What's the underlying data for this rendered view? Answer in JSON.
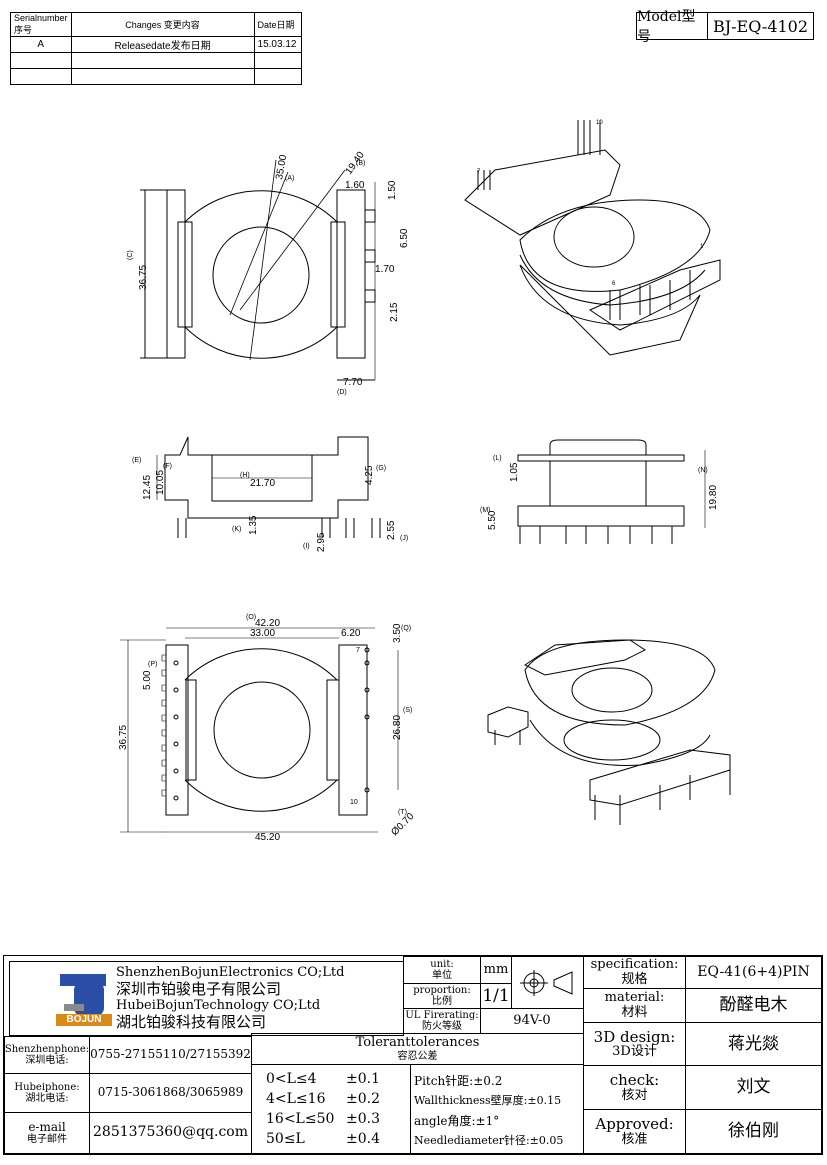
{
  "revision_table": {
    "headers": [
      "Serialnumber序号",
      "Changes 变更内容",
      "Date日期"
    ],
    "rows": [
      [
        "A",
        "Releasedate发布日期",
        "15.03.12"
      ],
      [
        "",
        "",
        ""
      ],
      [
        "",
        "",
        ""
      ]
    ]
  },
  "model": {
    "label": "Model型号",
    "value": "BJ-EQ-4102"
  },
  "drawing": {
    "top_view": {
      "d35": "35.00",
      "a": "(A)",
      "d19": "19.40",
      "b": "(B)",
      "d160": "1.60",
      "d150": "1.50",
      "c": "(C)",
      "d3675": "36.75",
      "d650": "6.50",
      "d170": "1.70",
      "d215": "2.15",
      "d770": "7.70",
      "dd": "(D)"
    },
    "side_view": {
      "e": "(E)",
      "f": "(F)",
      "d1245": "12.45",
      "d1005": "10.05",
      "h": "(H)",
      "d2170": "21.70",
      "d425": "4.25",
      "g": "(G)",
      "k": "(K)",
      "d135": "1.35",
      "i": "(I)",
      "d295": "2.95",
      "d255": "2.55",
      "j": "(J)"
    },
    "front_view": {
      "l": "(L)",
      "d105": "1.05",
      "n": "(N)",
      "d1980": "19.80",
      "m": "(M)",
      "d550": "5.50"
    },
    "bottom_view": {
      "o": "(O)",
      "d4220": "42.20",
      "d3300": "33.00",
      "d620": "6.20",
      "d350": "3.50",
      "q": "(Q)",
      "p": "(P)",
      "d500": "5.00",
      "d3675": "36.75",
      "s": "(S)",
      "d2680": "26.80",
      "pin7": "7",
      "pin10": "10",
      "t": "(T)",
      "d070": "Ø0.70",
      "d4520": "45.20"
    },
    "iso": {
      "p10": "10",
      "p7": "7",
      "p1": "1",
      "p6": "6"
    }
  },
  "title_block": {
    "logo": "BOJUN",
    "company": [
      "ShenzhenBojunElectronics CO;Ltd",
      "深圳市铂骏电子有限公司",
      "HubeiBojunTechnology CO;Ltd",
      "湖北铂骏科技有限公司"
    ],
    "unit_label": "unit:",
    "unit_label_cn": "单位",
    "unit_value": "mm",
    "proportion_label": "proportion:",
    "proportion_label_cn": "比例",
    "proportion_value": "1/1",
    "ul_label": "UL Firerating:",
    "ul_label_cn": "防火等级",
    "ul_value": "94V-0",
    "spec_label": "specification:",
    "spec_label_cn": "规格",
    "spec_value": "EQ-41(6+4)PIN",
    "material_label": "material:",
    "material_label_cn": "材料",
    "material_value": "酚醛电木",
    "design_label": "3D design:",
    "design_label_cn": "3D设计",
    "design_value": "蒋光燚",
    "check_label": "check:",
    "check_label_cn": "核对",
    "check_value": "刘文",
    "approved_label": "Approved:",
    "approved_label_cn": "核准",
    "approved_value": "徐伯刚",
    "sz_phone_label": "Shenzhenphone:",
    "sz_phone_label_cn": "深圳电话:",
    "sz_phone": "0755-27155110/27155392",
    "hb_phone_label": "Hubeiphone:",
    "hb_phone_label_cn": "湖北电话:",
    "hb_phone": "0715-3061868/3065989",
    "email_label": "e-mail",
    "email_label_cn": "电子邮件",
    "email": "2851375360@qq.com",
    "tol_title": "Toleranttolerances",
    "tol_title_cn": "容忍公差",
    "tolerances": [
      [
        "0<L≤4",
        "±0.1"
      ],
      [
        "4<L≤16",
        "±0.2"
      ],
      [
        "16<L≤50",
        "±0.3"
      ],
      [
        "50≤L",
        "±0.4"
      ]
    ],
    "notes": [
      "Pitch针距:±0.2",
      "Wallthickness壁厚度:±0.15",
      "angle角度:±1°",
      "Needlediameter针径:±0.05"
    ]
  }
}
